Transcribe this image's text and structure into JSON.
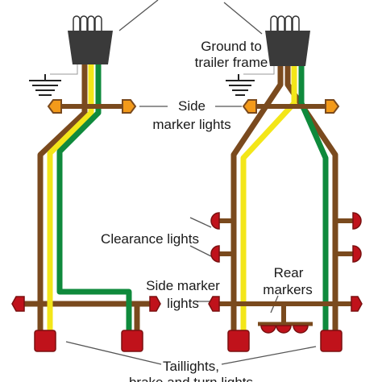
{
  "labels": {
    "ground_line1": "Ground to",
    "ground_line2": "trailer frame",
    "side_marker_top_line1": "Side",
    "side_marker_top_line2": "marker lights",
    "clearance": "Clearance lights",
    "side_marker_bottom_line1": "Side marker",
    "side_marker_bottom_line2": "lights",
    "rear_line1": "Rear",
    "rear_line2": "markers",
    "taillights_line1": "Taillights,",
    "taillights_line2": "brake and turn lights"
  },
  "colors": {
    "brown": "#7a4a1e",
    "yellow": "#f3e619",
    "green": "#0f8a3c",
    "white_wire": "#ffffff",
    "light_red": "#c0121b",
    "amber": "#f39a1a",
    "plug": "#3a3a3a",
    "pointer": "#555555"
  },
  "icons": [
    "connector-plug-icon",
    "ground-symbol-icon",
    "amber-marker-light-icon",
    "red-light-icon"
  ]
}
